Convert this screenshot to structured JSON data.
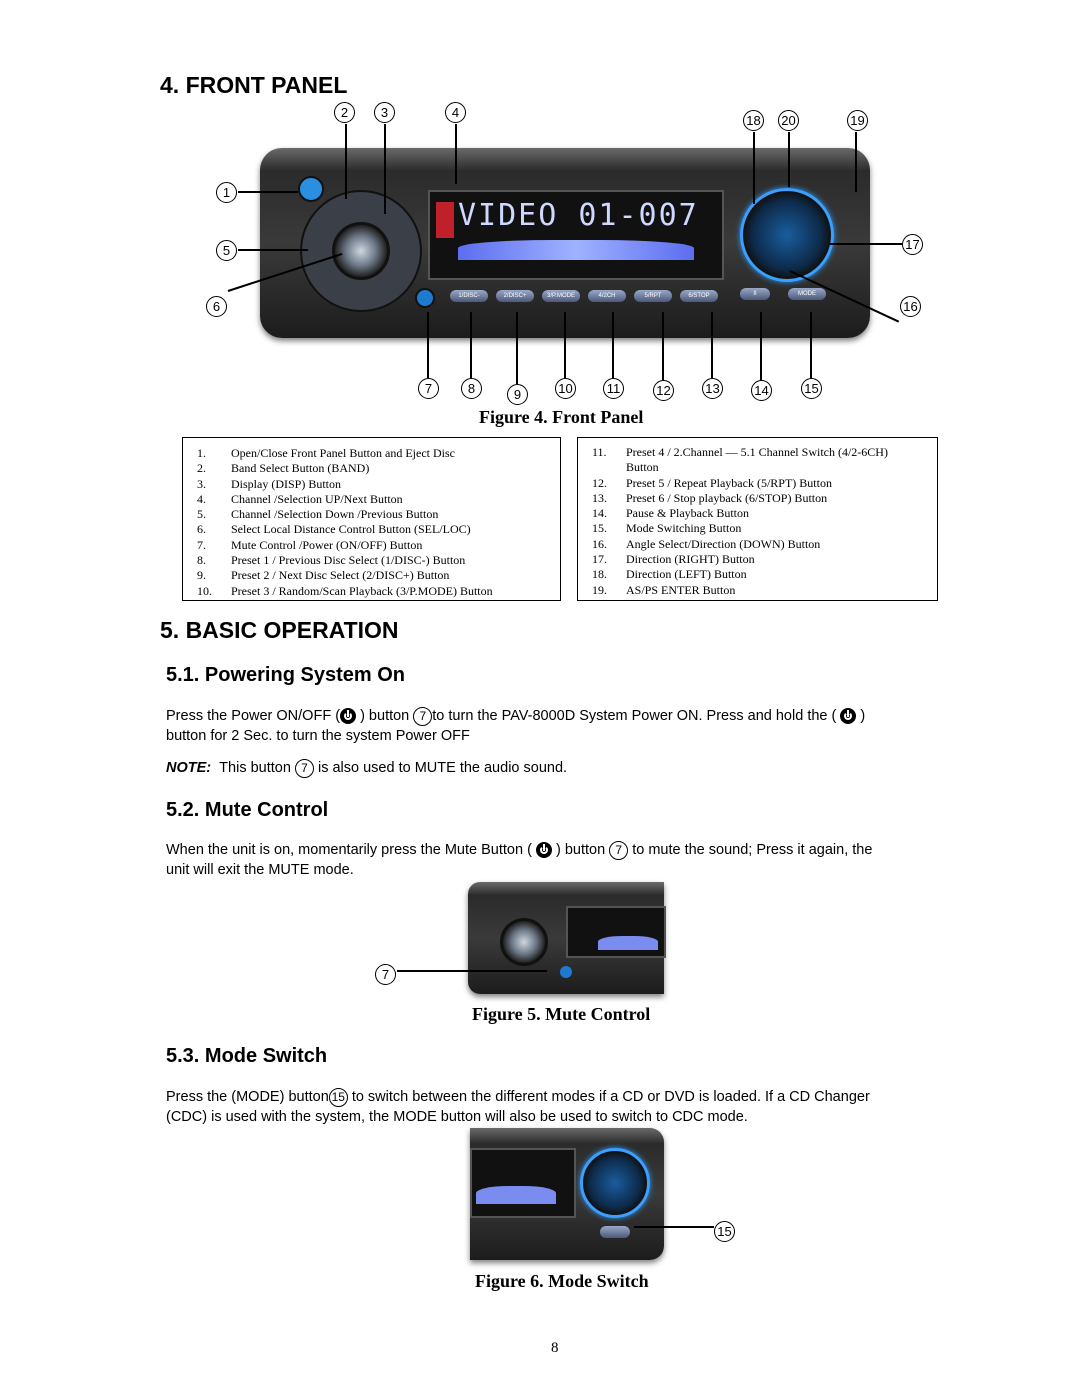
{
  "section4": {
    "title": "4. FRONT PANEL"
  },
  "figure4": {
    "caption": "Figure 4. Front Panel",
    "lcd_text": "VIDEO 01-007",
    "top_callouts": [
      "2",
      "3",
      "4",
      "18",
      "20",
      "19"
    ],
    "left_callouts": [
      "1",
      "5",
      "6"
    ],
    "right_callouts": [
      "17",
      "16"
    ],
    "bottom_callouts": [
      "7",
      "8",
      "9",
      "10",
      "11",
      "12",
      "13",
      "14",
      "15"
    ],
    "button_labels": [
      "1/DISC-",
      "2/DISC+",
      "3/P.MODE",
      "4/2CH",
      "5/RPT",
      "6/STOP",
      "II",
      "MODE"
    ]
  },
  "legend_left": [
    {
      "n": "1.",
      "t": "Open/Close Front Panel  Button and Eject Disc"
    },
    {
      "n": "2.",
      "t": "Band Select  Button (BAND)"
    },
    {
      "n": "3.",
      "t": "Display (DISP) Button"
    },
    {
      "n": "4.",
      "t": "Channel /Selection UP/Next Button"
    },
    {
      "n": "5.",
      "t": "Channel /Selection Down /Previous Button"
    },
    {
      "n": "6.",
      "t": "Select Local Distance Control Button (SEL/LOC)"
    },
    {
      "n": "7.",
      "t": "Mute Control /Power (ON/OFF) Button"
    },
    {
      "n": "8.",
      "t": "Preset 1 / Previous Disc Select (1/DISC-) Button"
    },
    {
      "n": "9.",
      "t": "Preset 2 / Next Disc Select (2/DISC+) Button"
    },
    {
      "n": "10.",
      "t": "Preset 3 / Random/Scan Playback (3/P.MODE) Button"
    }
  ],
  "legend_right": [
    {
      "n": "11.",
      "t": "Preset  4  /  2.Channel  — 5.1  Channel  Switch   (4/2-6CH)"
    },
    {
      "n": "",
      "t": "Button"
    },
    {
      "n": "12.",
      "t": "Preset 5 / Repeat Playback    (5/RPT) Button"
    },
    {
      "n": "13.",
      "t": "Preset 6 / Stop playback    (6/STOP) Button"
    },
    {
      "n": "14.",
      "t": "Pause & Playback Button"
    },
    {
      "n": "15.",
      "t": "Mode Switching Button"
    },
    {
      "n": "16.",
      "t": "Angle Select/Direction (DOWN) Button"
    },
    {
      "n": "17.",
      "t": "Direction (RIGHT) Button"
    },
    {
      "n": "18.",
      "t": "Direction (LEFT) Button"
    },
    {
      "n": "19.",
      "t": "AS/PS ENTER Button"
    }
  ],
  "section5": {
    "title": "5. BASIC OPERATION"
  },
  "s51": {
    "title": "5.1.  Powering System On",
    "p1a": "Press the Power ON/OFF (",
    "p1b": ") button",
    "p1c": "to turn the PAV-8000D System Power ON.   Press and hold the (",
    "p1d": ")",
    "p1e": "button for 2 Sec. to turn the system Power OFF",
    "note_label": "NOTE:",
    "note_a": "This button",
    "note_b": "is also used to MUTE the audio sound.",
    "ref": "7"
  },
  "s52": {
    "title": "5.2.  Mute Control",
    "p1a": "When the unit is on, momentarily press the Mute Button (",
    "p1b": ") button",
    "p1c": "to mute the sound; Press it again, the",
    "p1d": "unit will exit the MUTE mode.",
    "ref": "7",
    "caption": "Figure 5. Mute Control"
  },
  "s53": {
    "title": "5.3.  Mode Switch",
    "p1a": "Press the (MODE) button",
    "p1b": "to switch between the different modes if a CD or DVD is loaded.   If a CD Changer",
    "p1c": "(CDC) is used with the system, the MODE button will also be used to switch to CDC mode.",
    "ref": "15",
    "caption": "Figure 6. Mode Switch"
  },
  "page_number": "8"
}
